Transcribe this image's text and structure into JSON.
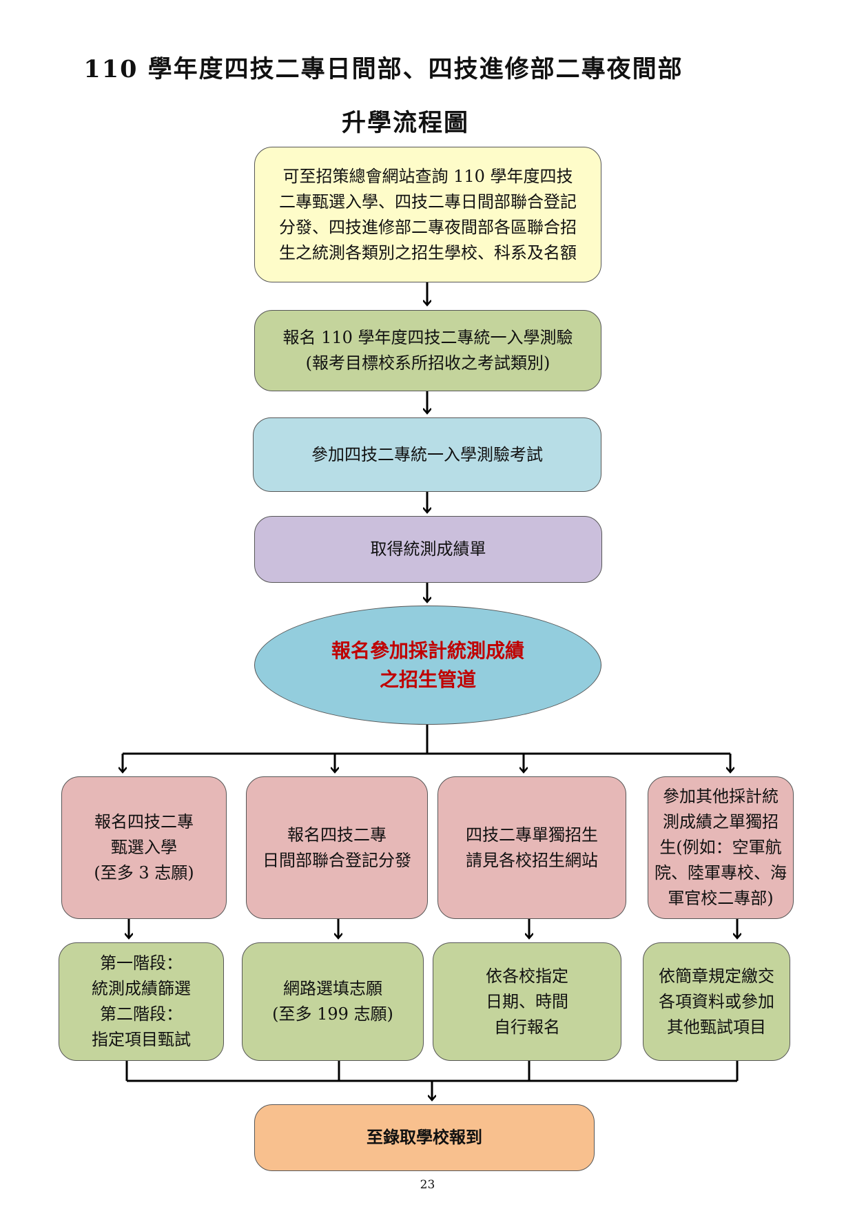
{
  "title": {
    "line1": "110 學年度四技二專日間部、四技進修部二專夜間部",
    "line2": "升學流程圖"
  },
  "steps": {
    "query": "可至招策總會網站查詢  110 學年度四技\n二專甄選入學、四技二專日間部聯合登記\n分發、四技進修部二專夜間部各區聯合招\n生之統測各類別之招生學校、科系及名額",
    "register_exam": "報名 110 學年度四技二專統一入學測驗\n(報考目標校系所招收之考試類別)",
    "take_exam": "參加四技二專統一入學測驗考試",
    "get_score": "取得統測成績單",
    "apply_channels": "報名參加採計統測成績\n之招生管道"
  },
  "channels": [
    {
      "label": "報名四技二專\n甄選入學\n(至多 3 志願)",
      "next": "第一階段：\n統測成績篩選\n第二階段：\n指定項目甄試"
    },
    {
      "label": "報名四技二專\n日間部聯合登記分發",
      "next": "網路選填志願\n(至多 199 志願)"
    },
    {
      "label": "四技二專單獨招生\n請見各校招生網站",
      "next": "依各校指定\n日期、時間\n自行報名"
    },
    {
      "label": "參加其他採計統\n測成績之單獨招\n生(例如：空軍航\n院、陸軍專校、海\n軍官校二專部)",
      "next": "依簡章規定繳交\n各項資料或參加\n其他甄試項目"
    }
  ],
  "final": "至錄取學校報到",
  "page_number": "23",
  "colors": {
    "yellow": "#fefcc9",
    "green": "#c4d49c",
    "blue": "#b7dde6",
    "purple": "#cbbfdc",
    "ellipse": "#93cddd",
    "pink": "#e6b8b7",
    "orange": "#f8c08e",
    "highlight_text": "#c00000"
  }
}
